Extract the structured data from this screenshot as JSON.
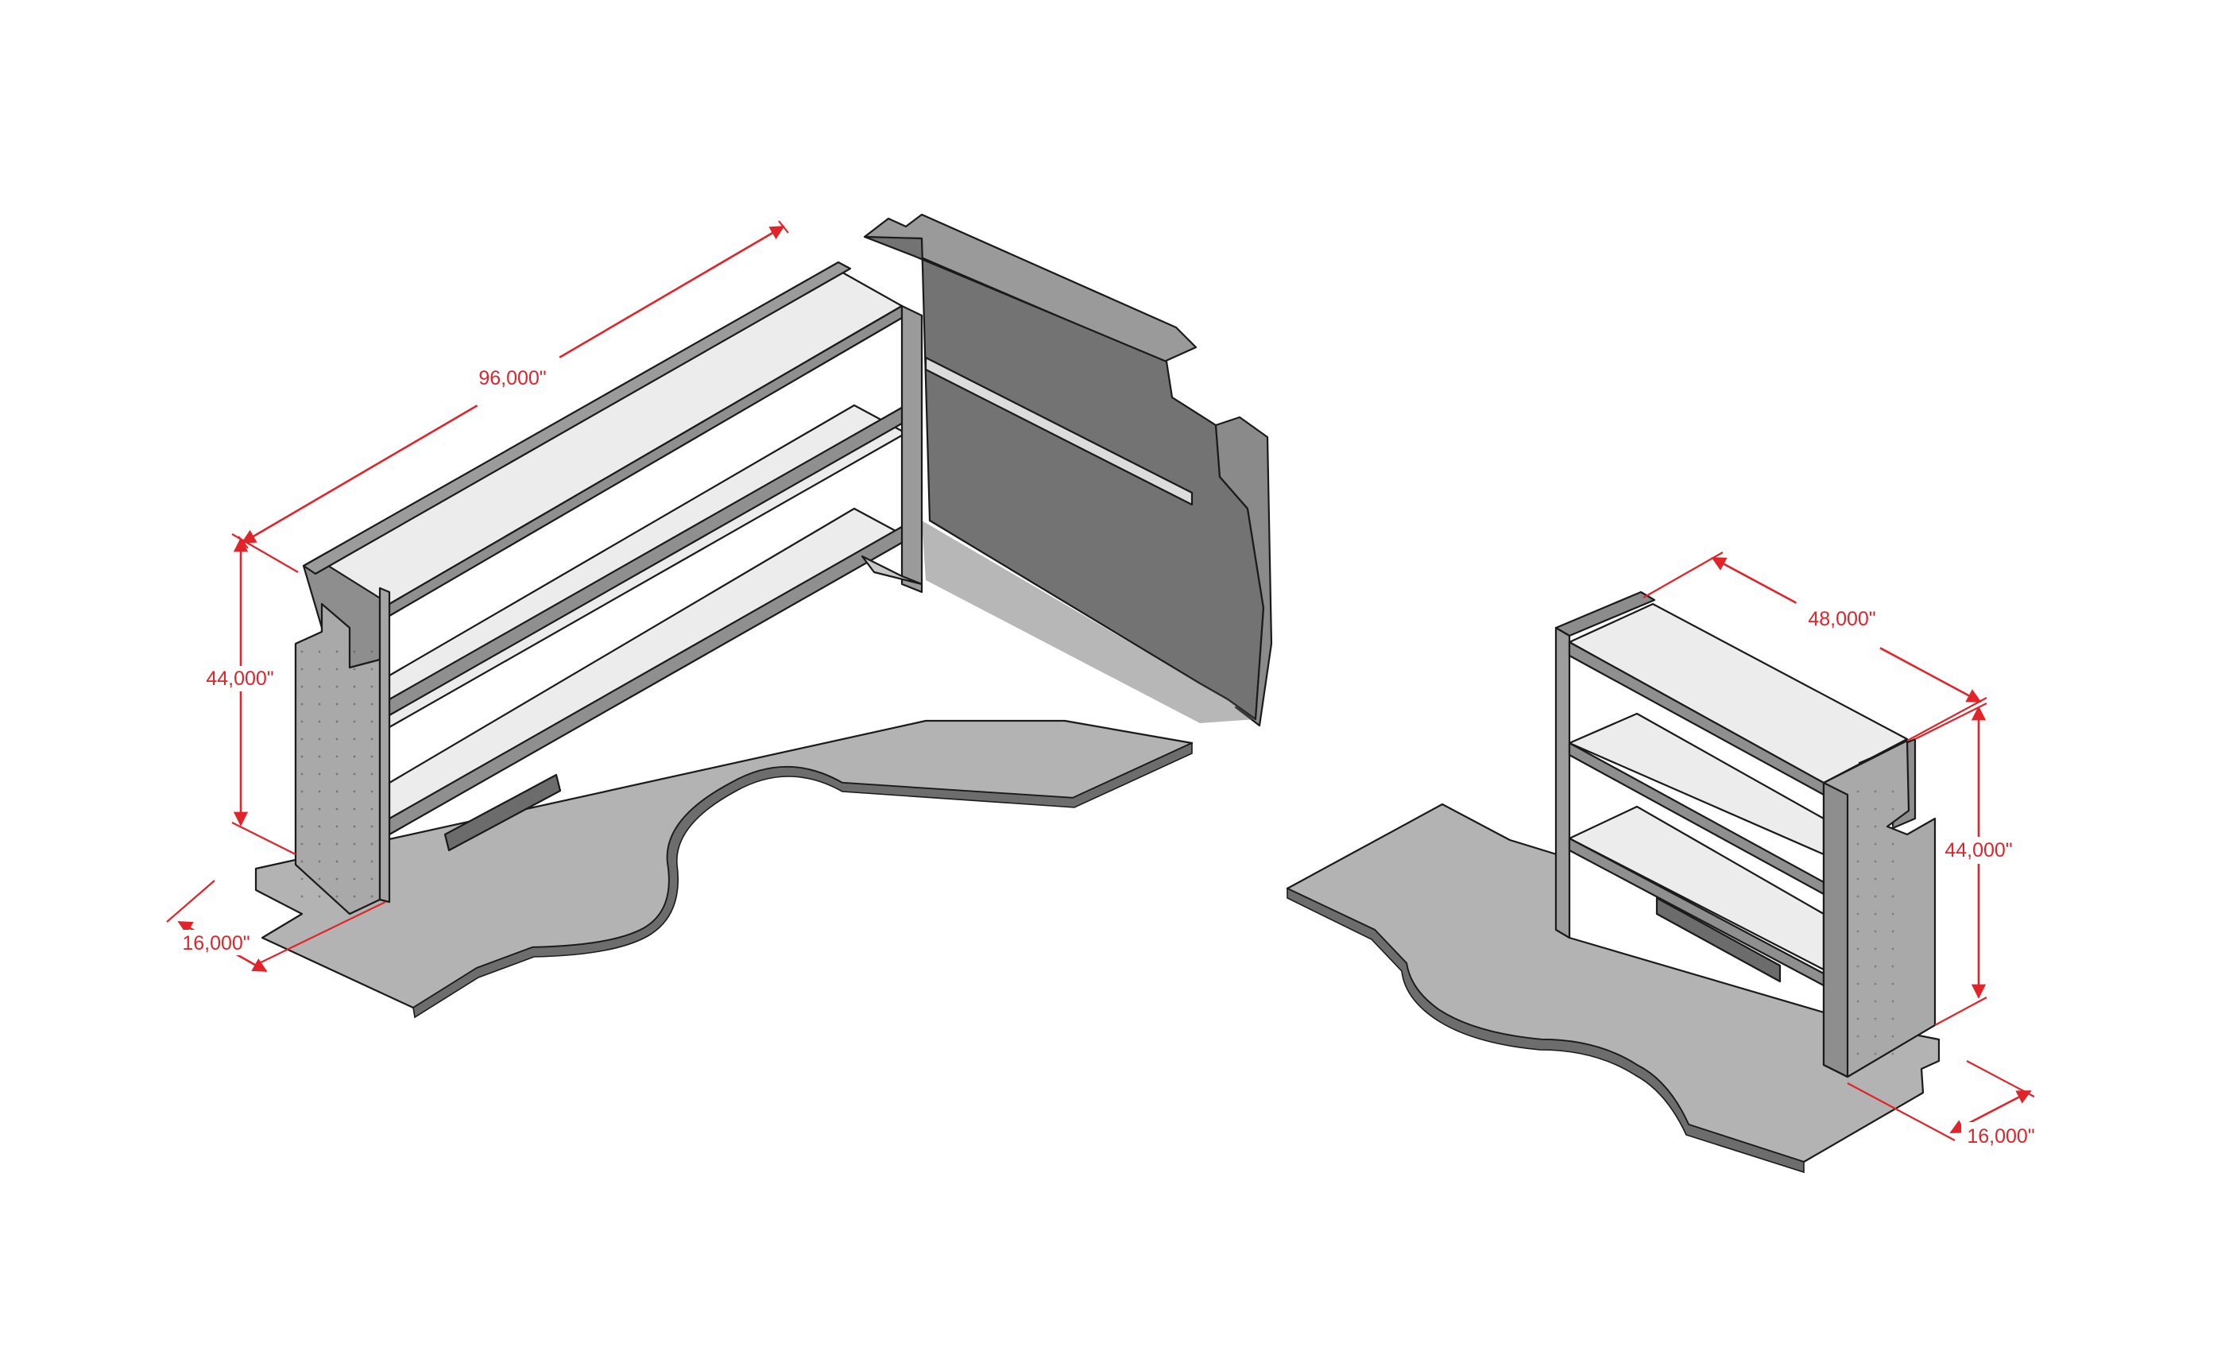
{
  "dimensions": {
    "left_width": "96,000\"",
    "left_height": "44,000\"",
    "left_depth": "16,000\"",
    "right_width": "48,000\"",
    "right_height": "44,000\"",
    "right_depth": "16,000\""
  },
  "colors": {
    "dimension_line": "#e0242a",
    "floor": "#b3b3b3",
    "partition": "#727272",
    "shelf_panel": "#8d8d8d",
    "shelf_surface": "#ececec"
  }
}
